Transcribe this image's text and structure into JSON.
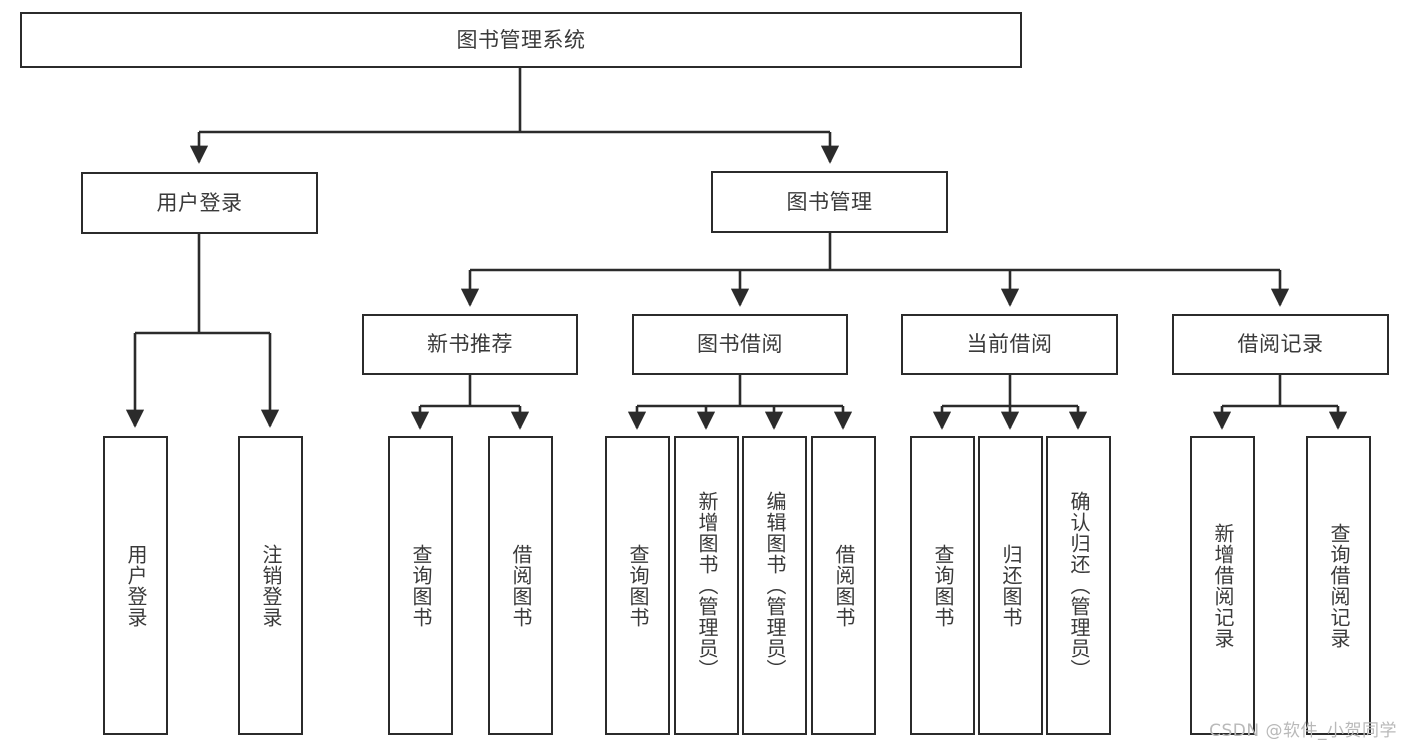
{
  "diagram": {
    "type": "tree",
    "orientation": "top-down",
    "line_color": "#2b2b2b",
    "box_fill": "#ffffff",
    "text_color": "#3a3a3a",
    "root": {
      "id": "root",
      "label": "图书管理系统"
    },
    "level1": [
      {
        "id": "user-login",
        "label": "用户登录"
      },
      {
        "id": "book-management",
        "label": "图书管理"
      }
    ],
    "level2": [
      {
        "id": "new-book-recommend",
        "label": "新书推荐",
        "parent": "book-management"
      },
      {
        "id": "book-borrow",
        "label": "图书借阅",
        "parent": "book-management"
      },
      {
        "id": "current-borrow",
        "label": "当前借阅",
        "parent": "book-management"
      },
      {
        "id": "borrow-record",
        "label": "借阅记录",
        "parent": "book-management"
      }
    ],
    "leaves": [
      {
        "id": "leaf-user-login",
        "label": "用户登录",
        "parent": "user-login"
      },
      {
        "id": "leaf-logout-login",
        "label": "注销登录",
        "parent": "user-login"
      },
      {
        "id": "leaf-query-book-1",
        "label": "查询图书",
        "parent": "new-book-recommend"
      },
      {
        "id": "leaf-borrow-book-1",
        "label": "借阅图书",
        "parent": "new-book-recommend"
      },
      {
        "id": "leaf-query-book-2",
        "label": "查询图书",
        "parent": "book-borrow"
      },
      {
        "id": "leaf-add-book",
        "label": "新增图书（管理员）",
        "parent": "book-borrow"
      },
      {
        "id": "leaf-edit-book",
        "label": "编辑图书（管理员）",
        "parent": "book-borrow"
      },
      {
        "id": "leaf-borrow-book-2",
        "label": "借阅图书",
        "parent": "book-borrow"
      },
      {
        "id": "leaf-query-book-3",
        "label": "查询图书",
        "parent": "current-borrow"
      },
      {
        "id": "leaf-return-book",
        "label": "归还图书",
        "parent": "current-borrow"
      },
      {
        "id": "leaf-confirm-return",
        "label": "确认归还（管理员）",
        "parent": "current-borrow"
      },
      {
        "id": "leaf-add-borrow-record",
        "label": "新增借阅记录",
        "parent": "borrow-record"
      },
      {
        "id": "leaf-query-borrow-record",
        "label": "查询借阅记录",
        "parent": "borrow-record"
      }
    ]
  },
  "watermark": {
    "text": "CSDN @软件_小贺同学"
  }
}
